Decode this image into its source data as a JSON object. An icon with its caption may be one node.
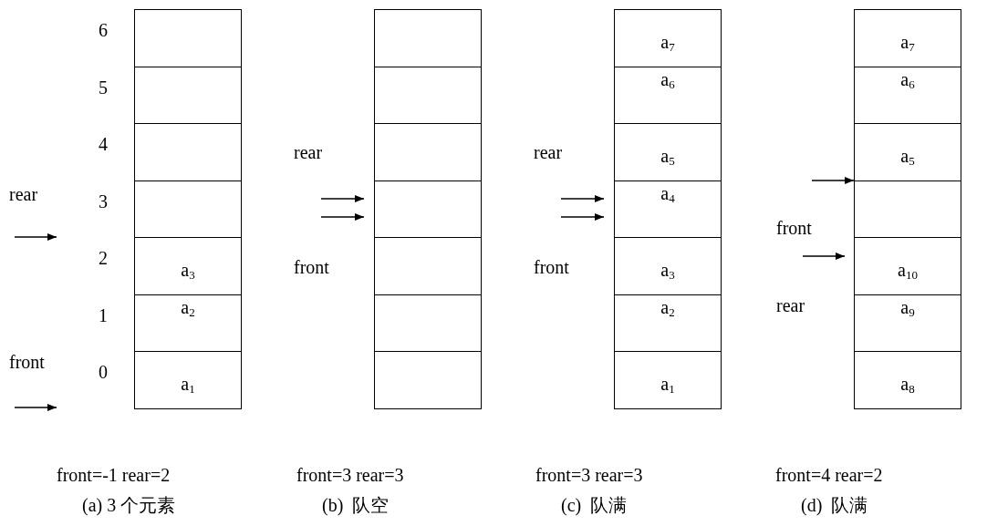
{
  "diagram": {
    "nodes": [
      {
        "text": [],
        "shape": "box"
      },
      {
        "text": [],
        "shape": "box"
      },
      {
        "text": [],
        "shape": "box"
      },
      {
        "text": [],
        "shape": "box"
      },
      {
        "text": [
          "a$_{3}$"
        ]
      },
      {
        "text": [
          "a$_{2}$"
        ]
      },
      {
        "text": [
          "a$_{1}$"
        ]
      },
      {
        "text": [],
        "shape": "box"
      },
      {
        "text": [],
        "shape": "box"
      },
      {
        "text": [],
        "shape": "box"
      },
      {
        "text": [],
        "shape": "box"
      },
      {
        "text": [],
        "shape": "box"
      },
      {
        "text": [],
        "shape": "box"
      },
      {
        "text": [],
        "shape": "box"
      },
      {
        "text": [
          "a$_{7}$"
        ]
      },
      {
        "text": [
          "a$_{6}$"
        ]
      },
      {
        "text": [
          "a$_{5}$"
        ]
      },
      {
        "text": [
          "a$_{4}$"
        ]
      },
      {
        "text": [
          "a$_{3}$"
        ]
      },
      {
        "text": [
          "a$_{2}$"
        ]
      },
      {
        "text": [
          "a$_{1}$"
        ]
      },
      {
        "text": [
          "a$_{7}$"
        ]
      },
      {
        "text": [
          "a$_{6}$"
        ]
      },
      {
        "text": [
          "a$_{5}$"
        ]
      },
      {
        "text": [],
        "shape": "box"
      },
      {
        "text": [
          "a$_{10}$"
        ]
      },
      {
        "text": [
          "a$_{9}$"
        ]
      },
      {
        "text": [
          "a$_{8}$"
        ]
      }
    ],
    "edges": [
      {
        "from": null,
        "to": 10,
        "arrow": "to"
      },
      {
        "from": null,
        "to": 10,
        "arrow": "to"
      },
      {
        "from": null,
        "to": 17,
        "arrow": "to"
      },
      {
        "from": null,
        "to": 17,
        "arrow": "to"
      },
      {
        "from": null,
        "to": 23,
        "arrow": "to"
      },
      {
        "from": null,
        "to": 25,
        "arrow": "to"
      }
    ],
    "labels": [
      "rear",
      "front",
      "6",
      "5",
      "4",
      "3",
      "2",
      "1",
      "0",
      "rear",
      "front",
      "rear",
      "front",
      "front",
      "rear",
      "front=-1 rear=2",
      "front=3 rear=3",
      "front=3 rear=3",
      "front=4 rear=2",
      "(a) 3 个元素",
      "(b)  队空",
      "(c)  队满",
      "(d)  队满"
    ]
  }
}
